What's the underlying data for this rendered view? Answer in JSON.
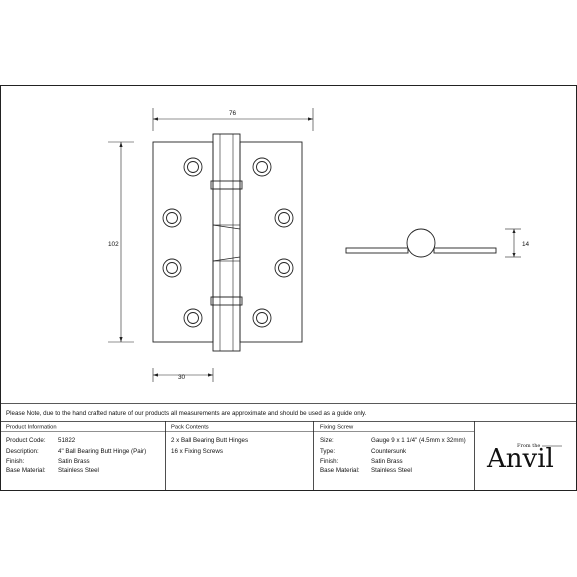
{
  "dimensions": {
    "width": "76",
    "height": "102",
    "leaf": "30",
    "knuckle": "14"
  },
  "note": "Please Note, due to the hand crafted nature of our products all measurements are approximate and should be used as a guide only.",
  "product_information": {
    "heading": "Product Information",
    "rows": [
      {
        "label": "Product Code:",
        "value": "51822"
      },
      {
        "label": "Description:",
        "value": "4\" Ball Bearing Butt Hinge (Pair)"
      },
      {
        "label": "Finish:",
        "value": "Satin Brass"
      },
      {
        "label": "Base Material:",
        "value": "Stainless Steel"
      }
    ]
  },
  "pack_contents": {
    "heading": "Pack Contents",
    "items": [
      "2 x Ball Bearing Butt Hinges",
      "16 x Fixing Screws"
    ]
  },
  "fixing_screw": {
    "heading": "Fixing Screw",
    "rows": [
      {
        "label": "Size:",
        "value": "Gauge 9 x 1 1/4\" (4.5mm x 32mm)"
      },
      {
        "label": "Type:",
        "value": "Countersunk"
      },
      {
        "label": "Finish:",
        "value": "Satin Brass"
      },
      {
        "label": "Base Material:",
        "value": "Stainless Steel"
      }
    ]
  },
  "logo": {
    "small": "From the",
    "main": "Anvil"
  }
}
